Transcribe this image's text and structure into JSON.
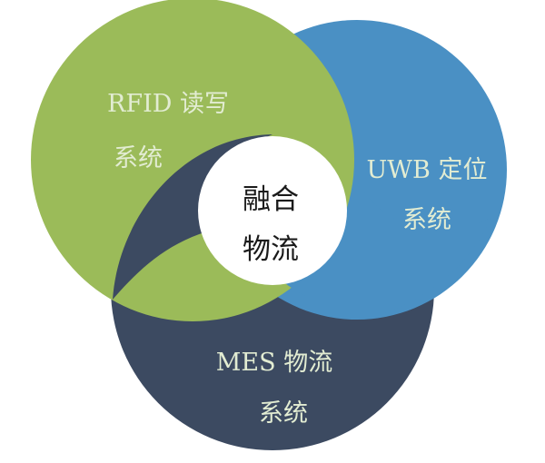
{
  "colors": {
    "rfid": "#9bbb59",
    "uwb": "#4a90c4",
    "mes": "#3c4a61",
    "center": "#ffffff",
    "label_text": "#e2ecd2",
    "center_text": "#1a1a1a"
  },
  "circles": {
    "rfid": {
      "line1": "RFID 读写",
      "line2": "系统"
    },
    "uwb": {
      "line1": "UWB 定位",
      "line2": "系统"
    },
    "mes": {
      "line1": "MES 物流",
      "line2": "系统"
    }
  },
  "center": {
    "line1": "融合",
    "line2": "物流"
  }
}
